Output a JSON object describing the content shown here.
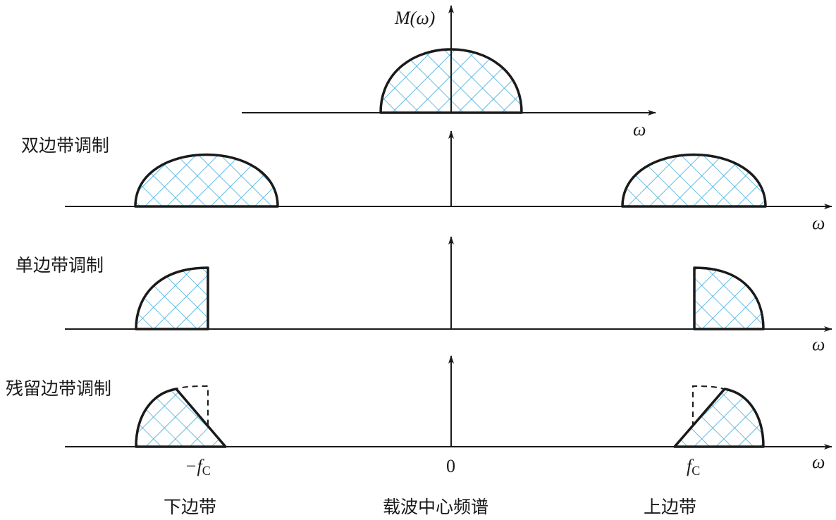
{
  "title_top": "M(ω)",
  "omega": "ω",
  "rows": [
    {
      "label": "双边带调制"
    },
    {
      "label": "单边带调制"
    },
    {
      "label": "残留边带调制"
    }
  ],
  "ticks": {
    "neg_fc_main": "−f",
    "fc_main": "f",
    "fc_sub": "C",
    "zero": "0"
  },
  "bottom_labels": {
    "lower": "下边带",
    "carrier": "载波中心频谱",
    "upper": "上边带"
  },
  "colors": {
    "hatch": "#3ea8d8",
    "line": "#1a1a1a"
  }
}
